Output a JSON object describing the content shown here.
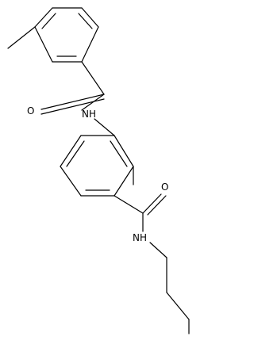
{
  "molecule": {
    "atom_labels": {
      "amide_oxygen_1": "O",
      "amide_nitrogen_1": "NH",
      "amide_oxygen_2": "O",
      "amide_nitrogen_2": "NH"
    },
    "colors": {
      "bond": "#000000",
      "label": "#000000",
      "background": "#ffffff"
    }
  }
}
